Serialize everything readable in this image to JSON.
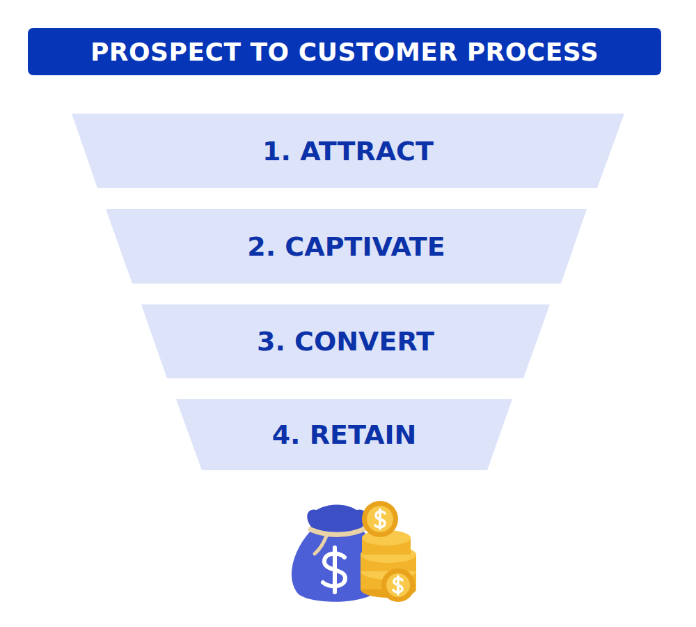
{
  "diagram": {
    "title": "PROSPECT TO CUSTOMER PROCESS",
    "nodes": [
      {
        "text": [
          "1. ATTRACT"
        ]
      },
      {
        "text": [
          "2. CAPTIVATE"
        ]
      },
      {
        "text": [
          "3. CONVERT"
        ]
      },
      {
        "text": [
          "4. RETAIN"
        ]
      }
    ]
  }
}
